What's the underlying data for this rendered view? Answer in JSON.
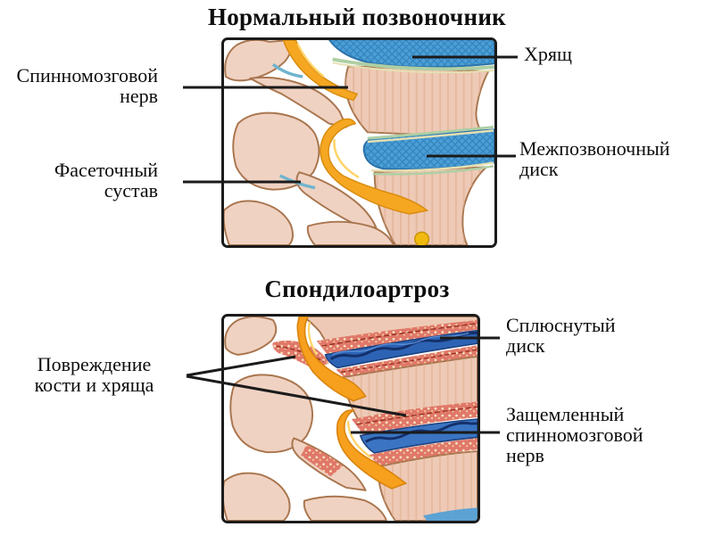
{
  "normal": {
    "title": "Нормальный позвоночник",
    "labels": {
      "spinal_nerve": "Спинномозговой нерв",
      "facet_joint": "Фасеточный сустав",
      "cartilage": "Хрящ",
      "disc": "Межпозвоночный диск"
    }
  },
  "spondylo": {
    "title": "Спондилоартроз",
    "labels": {
      "damage": "Повреждение кости и хряща",
      "flattened_disc": "Сплюснутый диск",
      "pinched_nerve": "Защемленный спинномозговой нерв"
    }
  },
  "palette": {
    "background": "#ffffff",
    "line_color": "#1b1b1b",
    "bone_fill": "#eecab6",
    "bone_outline": "#a9764f",
    "disc_blue": "#4b9fd7",
    "cartilage_green": "#aecfa4",
    "endplate_cream": "#e6e0b2",
    "nerve_orange": "#f6a722",
    "inflamed_red": "#e0786a",
    "flattened_disc_blue": "#2d63b4"
  }
}
